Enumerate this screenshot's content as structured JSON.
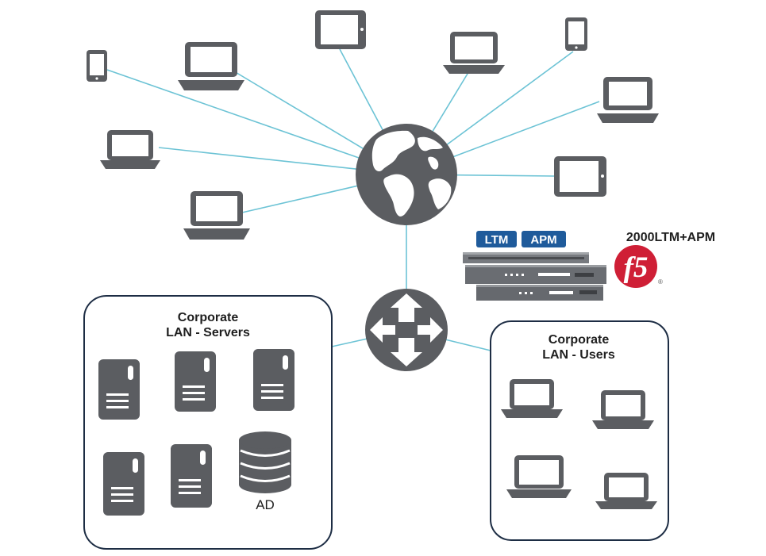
{
  "colors": {
    "link": "#6cc3d5",
    "icon": "#5b5d61",
    "box_border": "#1d2d44",
    "tag_bg": "#1f5b9b",
    "f5_red": "#cf1f36",
    "appliance": "#777a7f"
  },
  "servers_zone": {
    "label_line1": "Corporate",
    "label_line2": "LAN - Servers",
    "db_label": "AD"
  },
  "users_zone": {
    "label_line1": "Corporate",
    "label_line2": "LAN - Users"
  },
  "appliance": {
    "title": "2000LTM+APM",
    "tags": [
      "LTM",
      "APM"
    ],
    "logo_text": "f5",
    "logo_mark": "®"
  },
  "icons": {
    "internet": "globe-icon",
    "router": "router-icon",
    "appliance": "f5-appliance-icon",
    "database": "database-icon"
  }
}
